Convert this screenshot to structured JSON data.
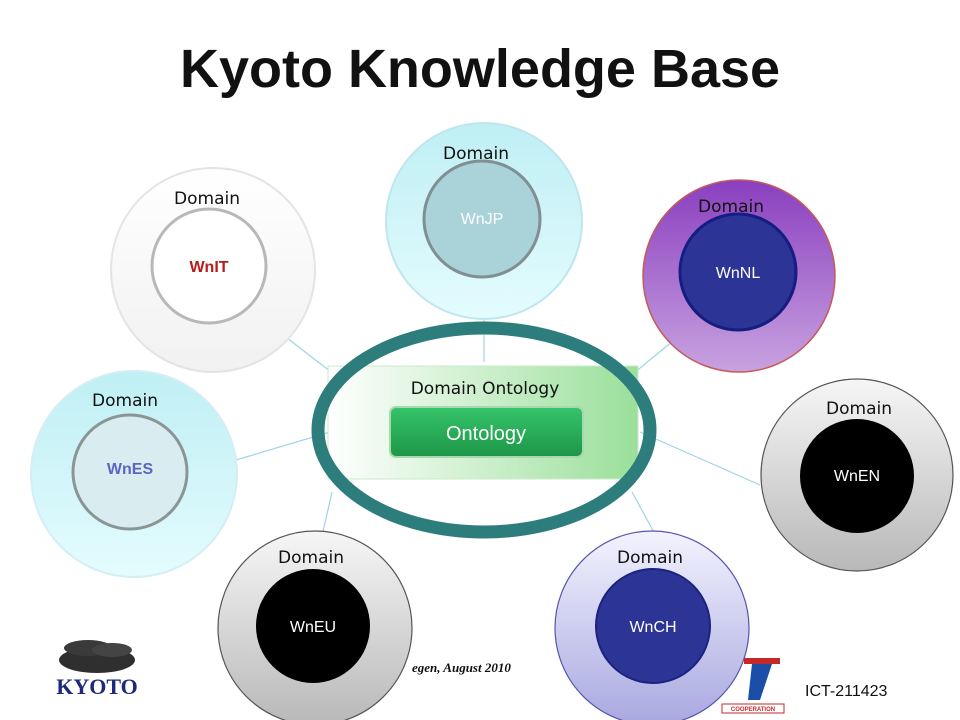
{
  "slide": {
    "title": "Kyoto Knowledge Base",
    "footer_text": "egen, August 2010",
    "project_code": "ICT-211423",
    "logo_left_text": "KYOTO",
    "logo_right_text": "COOPERATION"
  },
  "center": {
    "box_label": "Domain Ontology",
    "ontology_label": "Ontology",
    "colors": {
      "ring": "#2e7d7d",
      "box": "#bfe8bf",
      "ontology": "#22a454"
    }
  },
  "domains": [
    {
      "id": "wnit",
      "domain_label": "Domain",
      "wordnet_label": "WnIT",
      "outer_fill": "#ffffff",
      "inner_fill": "#ffffff",
      "text_color": "#b71c1c"
    },
    {
      "id": "wnjp",
      "domain_label": "Domain",
      "wordnet_label": "WnJP",
      "outer_fill": "#d7f8fb",
      "inner_fill": "#a9d3d9",
      "text_color": "#ffffff"
    },
    {
      "id": "wnnl",
      "domain_label": "Domain",
      "wordnet_label": "WnNL",
      "outer_fill": "#a060c8",
      "inner_fill": "#2c3596",
      "text_color": "#ffffff"
    },
    {
      "id": "wnes",
      "domain_label": "Domain",
      "wordnet_label": "WnES",
      "outer_fill": "#e9fbfd",
      "inner_fill": "#d9ecef",
      "text_color": "#5a66c2"
    },
    {
      "id": "wnen",
      "domain_label": "Domain",
      "wordnet_label": "WnEN",
      "outer_fill": "#d0d0d0",
      "inner_fill": "#000000",
      "text_color": "#ffffff"
    },
    {
      "id": "wneu",
      "domain_label": "Domain",
      "wordnet_label": "WnEU",
      "outer_fill": "#d0d0d0",
      "inner_fill": "#000000",
      "text_color": "#ffffff"
    },
    {
      "id": "wnch",
      "domain_label": "Domain",
      "wordnet_label": "WnCH",
      "outer_fill": "#c8c8ee",
      "inner_fill": "#2c3596",
      "text_color": "#ffffff"
    }
  ]
}
